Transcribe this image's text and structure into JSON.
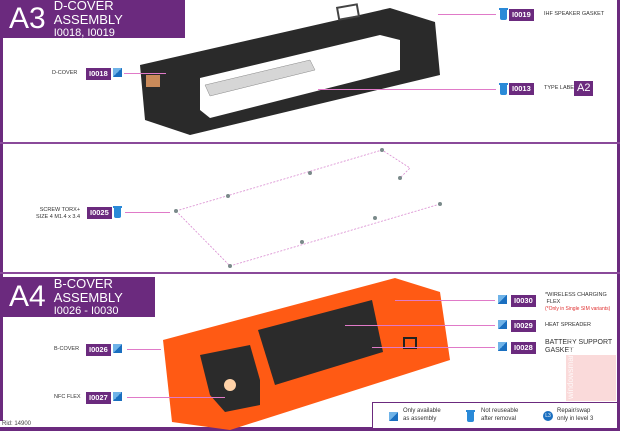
{
  "a3": {
    "code": "A3",
    "title": "D-COVER ASSEMBLY",
    "items": "I0018, I0019",
    "dcover": {
      "label": "D-COVER",
      "id": "I0018"
    },
    "gasket": {
      "label": "IHF SPEAKER GASKET",
      "id": "I0019"
    },
    "typelabel": {
      "label": "TYPE LABEL",
      "id": "I0013",
      "ref": "A2"
    }
  },
  "screws": {
    "label_line1": "SCREW TORX+",
    "label_line2": "SIZE 4 M1.4 x 3.4",
    "id": "I0025"
  },
  "a4": {
    "code": "A4",
    "title": "B-COVER ASSEMBLY",
    "items": "I0026 - I0030",
    "bcover": {
      "label": "B-COVER",
      "id": "I0026"
    },
    "nfc": {
      "label": "NFC FLEX",
      "id": "I0027"
    },
    "wireless": {
      "label_line1": "*WIRELESS CHARGING",
      "label_line2": "FLEX",
      "note": "(*Only in Single SIM variants)",
      "id": "I0030"
    },
    "heat": {
      "label": "HEAT SPREADER",
      "id": "I0029"
    },
    "battery": {
      "label": "BATTERY SUPPORT GASKET",
      "id": "I0028"
    }
  },
  "legend": {
    "assembly_1": "Only available",
    "assembly_2": "as assembly",
    "trash_1": "Not reuseable",
    "trash_2": "after removal",
    "l3_icon": "L3",
    "l3_1": "Repair/swap",
    "l3_2": "only in level 3"
  },
  "footer": {
    "rid": "Rid: 14900"
  },
  "watermark": "windowsmania.pl",
  "colors": {
    "purple": "#6b2a7e",
    "leader": "#e07ac8",
    "orange": "#ff5a14"
  }
}
